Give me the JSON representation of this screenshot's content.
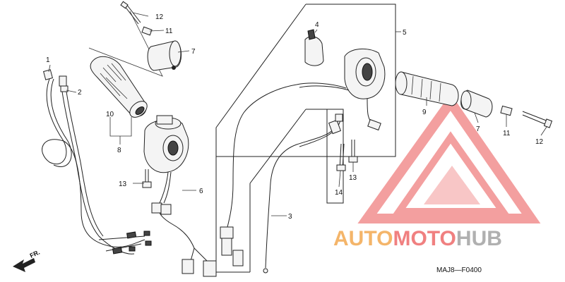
{
  "diagram": {
    "callouts": [
      {
        "id": "c1",
        "text": "1"
      },
      {
        "id": "c2",
        "text": "2"
      },
      {
        "id": "c3",
        "text": "3"
      },
      {
        "id": "c4",
        "text": "4"
      },
      {
        "id": "c5",
        "text": "5"
      },
      {
        "id": "c6",
        "text": "6"
      },
      {
        "id": "c7a",
        "text": "7"
      },
      {
        "id": "c7b",
        "text": "7"
      },
      {
        "id": "c8",
        "text": "8"
      },
      {
        "id": "c9",
        "text": "9"
      },
      {
        "id": "c10",
        "text": "10"
      },
      {
        "id": "c11a",
        "text": "11"
      },
      {
        "id": "c11b",
        "text": "11"
      },
      {
        "id": "c12a",
        "text": "12"
      },
      {
        "id": "c12b",
        "text": "12"
      },
      {
        "id": "c13a",
        "text": "13"
      },
      {
        "id": "c13b",
        "text": "13"
      },
      {
        "id": "c14",
        "text": "14"
      }
    ],
    "direction_label": "FR.",
    "diagram_code": "MAJ8—F0400"
  },
  "watermark": {
    "word_part1": "AUTO",
    "word_part2": "MOTO",
    "word_part3": "HUB",
    "colors": {
      "orange": "#f4b56a",
      "red": "#f08080",
      "gray": "#b0b0b0"
    }
  }
}
